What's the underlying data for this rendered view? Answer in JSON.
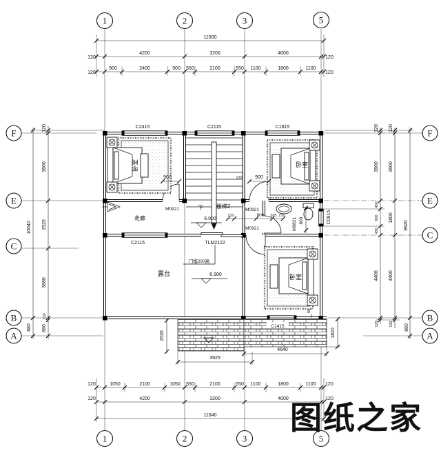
{
  "watermark": {
    "text": "图纸之家",
    "color": "#d8241c"
  },
  "grid": {
    "cols": [
      "1",
      "2",
      "3",
      "5"
    ],
    "rows": [
      "F",
      "E",
      "C",
      "B",
      "A"
    ]
  },
  "dims": {
    "top": {
      "total": "11600",
      "major": [
        "120",
        "4200",
        "3200",
        "4000",
        "120"
      ],
      "minor": [
        "120",
        "900",
        "2400",
        "900",
        "550",
        "2100",
        "550",
        "1100",
        "1800",
        "1100",
        "120"
      ]
    },
    "bottom": {
      "minor": [
        "120",
        "1050",
        "2100",
        "1050",
        "550",
        "2100",
        "550",
        "1100",
        "1800",
        "1100",
        "120"
      ],
      "major": [
        "120",
        "4200",
        "3200",
        "4000",
        "120"
      ],
      "total": "11640"
    },
    "left": {
      "total": "10040",
      "segs": [
        "120",
        "3600",
        "2520",
        "3680",
        "120",
        "880"
      ],
      "outer_bottom": "880"
    },
    "right": {
      "inner": [
        "120",
        "3600",
        "450",
        "900",
        "450",
        "4400",
        "120"
      ],
      "middle": [
        "120",
        "3600",
        "1800",
        "4400",
        "120"
      ],
      "total": "9920",
      "outer_bottom": "880"
    },
    "local": {
      "nw_door": "900",
      "ne_door": "900",
      "ne_gap": "120",
      "mid": [
        "210",
        "900",
        "385",
        "210"
      ],
      "bath_door_w": "800",
      "roof_left_h": "2030",
      "roof_left_w": "3925",
      "roof_right_w": "4640",
      "roof_right_h": "1820",
      "gap80": "80"
    }
  },
  "openings": {
    "c2415": "C2415",
    "c2115_top": "C2115",
    "c1815": "C1815",
    "c2115_terrace": "C2115",
    "c0915": "C0915",
    "c1415": "C1415",
    "tlm2122": "TLM2122",
    "m0921_nw": "M0921",
    "m0921_ne": "M0921",
    "m0921_mid": "M0921",
    "m0821": "M0821"
  },
  "rooms": {
    "bedroom_nw": "卧室",
    "bedroom_ne": "卧室",
    "bedroom_se": "卧室",
    "terrace": "露台",
    "corridor": "走廊",
    "stair": "楼梯2",
    "stair_down": "下"
  },
  "elevations": {
    "corridor": "6.900",
    "terrace": "6.900",
    "threshold": "门槛200高"
  }
}
